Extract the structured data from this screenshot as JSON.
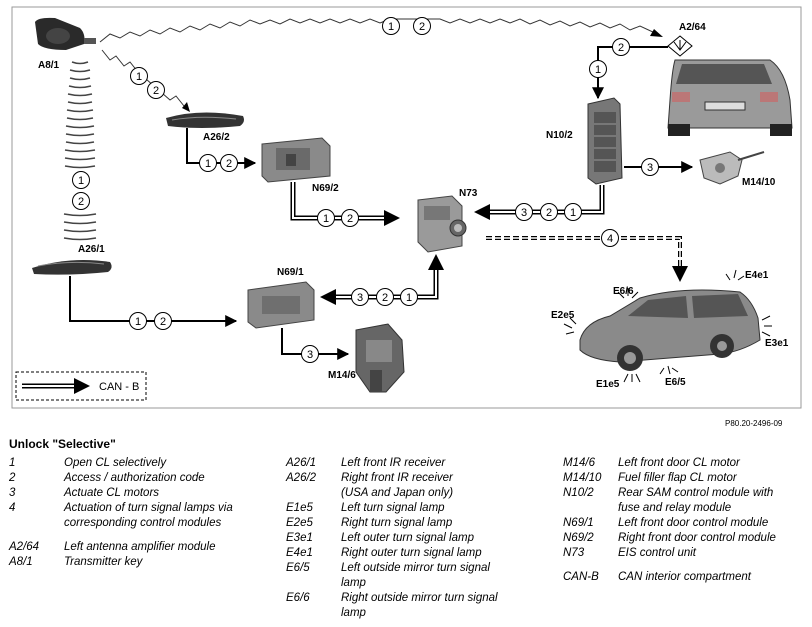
{
  "labels": {
    "a8_1": "A8/1",
    "a2_64": "A2/64",
    "a26_2": "A26/2",
    "a26_1": "A26/1",
    "n69_2": "N69/2",
    "n69_1": "N69/1",
    "n73": "N73",
    "n10_2": "N10/2",
    "m14_10": "M14/10",
    "m14_6": "M14/6",
    "e6_6": "E6/6",
    "e2e5": "E2e5",
    "e4e1": "E4e1",
    "e3e1": "E3e1",
    "e1e5": "E1e5",
    "e6_5": "E6/5",
    "can_b": "CAN - B"
  },
  "numbers": {
    "one": "1",
    "two": "2",
    "three": "3",
    "four": "4"
  },
  "figure_ref": "P80.20-2496-09",
  "legend": {
    "title": "Unlock \"Selective\"",
    "col1": [
      {
        "code": "1",
        "desc": "Open CL selectively"
      },
      {
        "code": "2",
        "desc": "Access / authorization code"
      },
      {
        "code": "3",
        "desc": "Actuate CL motors"
      },
      {
        "code": "4",
        "desc": "Actuation of turn signal lamps via",
        "desc2": "corresponding control modules"
      },
      {
        "code": "A2/64",
        "desc": "Left antenna amplifier module"
      },
      {
        "code": "A8/1",
        "desc": "Transmitter key"
      }
    ],
    "col2": [
      {
        "code": "A26/1",
        "desc": "Left front IR receiver"
      },
      {
        "code": "A26/2",
        "desc": "Right front IR receiver",
        "desc2": "(USA  and Japan only)"
      },
      {
        "code": "E1e5",
        "desc": "Left turn signal lamp"
      },
      {
        "code": "E2e5",
        "desc": "Right turn signal lamp"
      },
      {
        "code": "E3e1",
        "desc": "Left outer turn signal lamp"
      },
      {
        "code": "E4e1",
        "desc": "Right outer turn signal lamp"
      },
      {
        "code": "E6/5",
        "desc": "Left outside mirror turn signal",
        "desc2": "lamp"
      },
      {
        "code": "E6/6",
        "desc": "Right outside mirror turn signal",
        "desc2": "lamp"
      }
    ],
    "col3": [
      {
        "code": "M14/6",
        "desc": "Left front door CL motor"
      },
      {
        "code": "M14/10",
        "desc": "Fuel filler flap CL motor"
      },
      {
        "code": "N10/2",
        "desc": "Rear SAM control module with",
        "desc2": "fuse and relay module"
      },
      {
        "code": "N69/1",
        "desc": "Left front door control module"
      },
      {
        "code": "N69/2",
        "desc": "Right front door control module"
      },
      {
        "code": "N73",
        "desc": "EIS control unit"
      },
      {
        "code": "CAN-B",
        "desc": "CAN interior compartment"
      }
    ]
  }
}
